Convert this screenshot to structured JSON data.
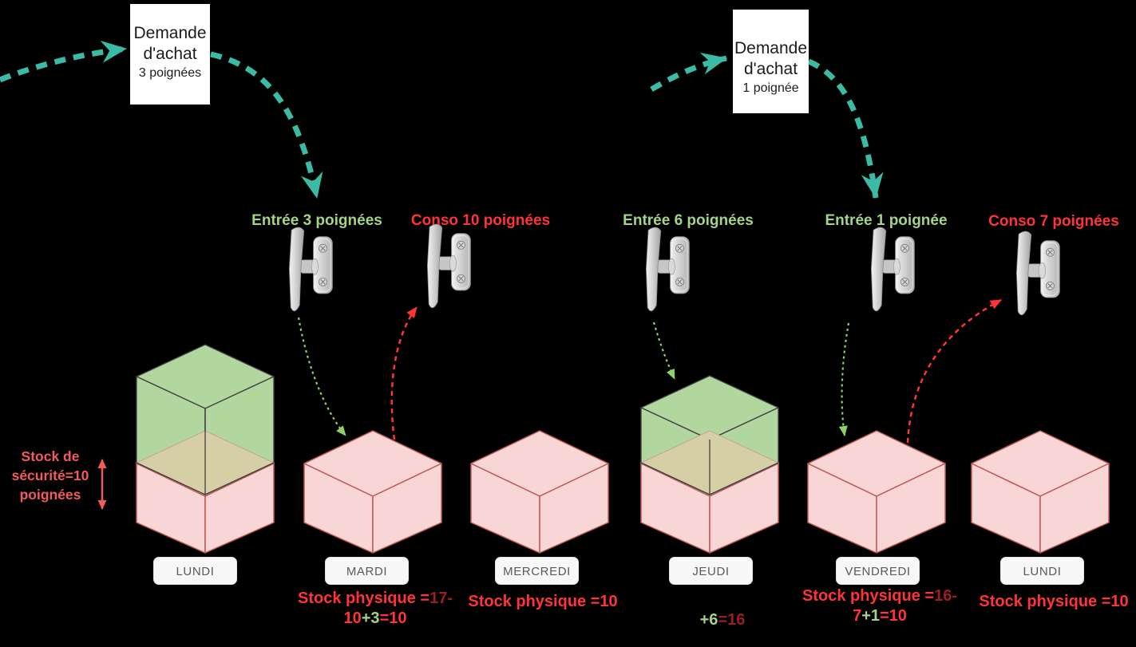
{
  "purchase_requests": [
    {
      "line1": "Demande",
      "line2": "d'achat",
      "line3": "3 poignées"
    },
    {
      "line1": "Demande",
      "line2": "d'achat",
      "line3": "1 poignée"
    }
  ],
  "flow_labels": [
    {
      "text": "Entrée 3 poignées",
      "type": "entry",
      "color": "#a3d489"
    },
    {
      "text": "Conso 10 poignées",
      "type": "consumption",
      "color": "#ff3434"
    },
    {
      "text": "Entrée 6 poignées",
      "type": "entry",
      "color": "#a3d489"
    },
    {
      "text": "Entrée 1 poignée",
      "type": "entry",
      "color": "#a3d489"
    },
    {
      "text": "Conso 7 poignées",
      "type": "consumption",
      "color": "#ff3434"
    }
  ],
  "safety_stock": {
    "line1": "Stock de",
    "line2": "sécurité=10",
    "line3": "poignées"
  },
  "days": [
    {
      "label": "LUNDI",
      "stack": {
        "pink_cube": true,
        "green_cube": "tall"
      }
    },
    {
      "label": "MARDI",
      "stack": {
        "pink_cube": true,
        "green_cube": null
      },
      "calc": {
        "line1": [
          {
            "text": "Stock physique =",
            "color": "red"
          },
          {
            "text": "17-",
            "color": "darkred"
          }
        ],
        "line2": [
          {
            "text": "10",
            "color": "red"
          },
          {
            "text": "+3",
            "color": "green"
          },
          {
            "text": "=10",
            "color": "red"
          }
        ]
      }
    },
    {
      "label": "MERCREDI",
      "stack": {
        "pink_cube": true,
        "green_cube": null
      },
      "calc": {
        "line1": [
          {
            "text": "Stock physique =10",
            "color": "red"
          }
        ]
      }
    },
    {
      "label": "JEUDI",
      "stack": {
        "pink_cube": true,
        "green_cube": "short"
      },
      "calc": {
        "line1": [
          {
            "text": "+6",
            "color": "green"
          },
          {
            "text": "=16",
            "color": "darkred"
          }
        ]
      }
    },
    {
      "label": "VENDREDI",
      "stack": {
        "pink_cube": true,
        "green_cube": null
      },
      "calc": {
        "line1": [
          {
            "text": "Stock physique =",
            "color": "red"
          },
          {
            "text": "16-",
            "color": "darkred"
          }
        ],
        "line2": [
          {
            "text": "7",
            "color": "red"
          },
          {
            "text": "+1",
            "color": "green"
          },
          {
            "text": "=10",
            "color": "red"
          }
        ]
      }
    },
    {
      "label": "LUNDI",
      "stack": {
        "pink_cube": true,
        "green_cube": null
      },
      "calc": {
        "line1": [
          {
            "text": "Stock physique =10",
            "color": "red"
          }
        ]
      }
    }
  ],
  "colors": {
    "background": "#000000",
    "teal_arrow": "#3bbaa4",
    "entry_green_text": "#a3d489",
    "consumption_red_text": "#ff3434",
    "dark_red_text": "#9c1f1f",
    "safety_red": "#f15b5b",
    "pink_cube_fill": "#f8d6d5",
    "pink_cube_stroke": "#bd5a57",
    "green_cube_fill": "#b2d79e",
    "green_cube_stroke": "#3f3f3f",
    "overlap_fill": "#d6cfa5",
    "green_dotted_arrow": "#8fd067",
    "red_dashed_arrow": "#ff3434"
  }
}
